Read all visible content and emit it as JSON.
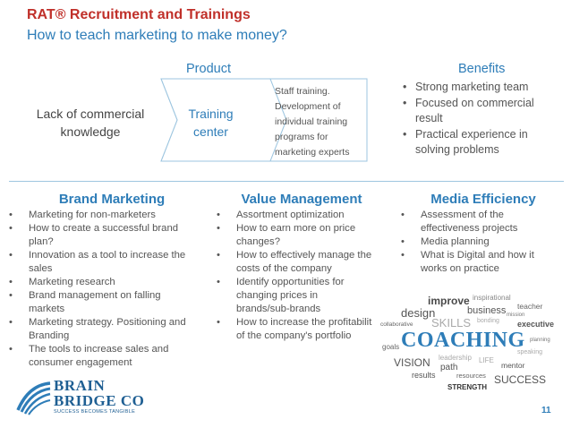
{
  "header": {
    "title": "RAT® Recruitment and Trainings",
    "subtitle": "How to teach marketing to make money?"
  },
  "diagram": {
    "product_label": "Product",
    "benefits_label": "Benefits",
    "step1": [
      "Lack of commercial",
      "knowledge"
    ],
    "step2": [
      "Training",
      "center"
    ],
    "step3": [
      "Staff training.",
      "Development of",
      "individual training",
      "programs for",
      "marketing experts"
    ],
    "benefits": [
      "Strong marketing team",
      [
        "Focused on commercial",
        "result"
      ],
      [
        "Practical experience in",
        "solving problems"
      ]
    ]
  },
  "columns": [
    {
      "title": "Brand Marketing",
      "items": [
        [
          "Marketing for non-marketers"
        ],
        [
          "How to create a successful brand",
          "plan?"
        ],
        [
          "Innovation as a tool to increase the",
          "sales"
        ],
        [
          "Marketing research"
        ],
        [
          "Brand management on falling",
          "markets"
        ],
        [
          "Marketing strategy. Positioning and",
          "Branding"
        ],
        [
          "The tools to increase sales and",
          "consumer engagement"
        ]
      ]
    },
    {
      "title": "Value Management",
      "items": [
        [
          "Assortment optimization"
        ],
        [
          "How to earn more on price",
          "changes?"
        ],
        [
          "How to effectively manage the",
          "costs of the company"
        ],
        [
          "Identify opportunities for",
          "changing prices in",
          "brands/sub-brands"
        ],
        [
          "How to increase the profitabilit",
          "of the company's portfolio"
        ]
      ]
    },
    {
      "title": "Media Efficiency",
      "items": [
        [
          "Assessment of the",
          "effectiveness projects"
        ],
        [
          "Media planning"
        ],
        [
          "What is Digital and how it",
          "works on practice"
        ]
      ]
    }
  ],
  "word_cloud": {
    "words": [
      "improve",
      "inspirational",
      "teacher",
      "design",
      "business",
      "mission",
      "collaborative",
      "SKILLS",
      "bonding",
      "executive",
      "goals",
      "COACHING",
      "planning",
      "speaking",
      "leadership",
      "LIFE",
      "VISION",
      "path",
      "mentor",
      "results",
      "resources",
      "SUCCESS",
      "STRENGTH"
    ]
  },
  "logo": {
    "line1": "BRAIN",
    "line2": "BRIDGE CO",
    "tagline": "SUCCESS BECOMES TANGIBLE"
  },
  "page_number": "11",
  "colors": {
    "accent_blue": "#2e7db8",
    "title_red": "#c0302a",
    "chevron_border": "#9ec6e0"
  }
}
